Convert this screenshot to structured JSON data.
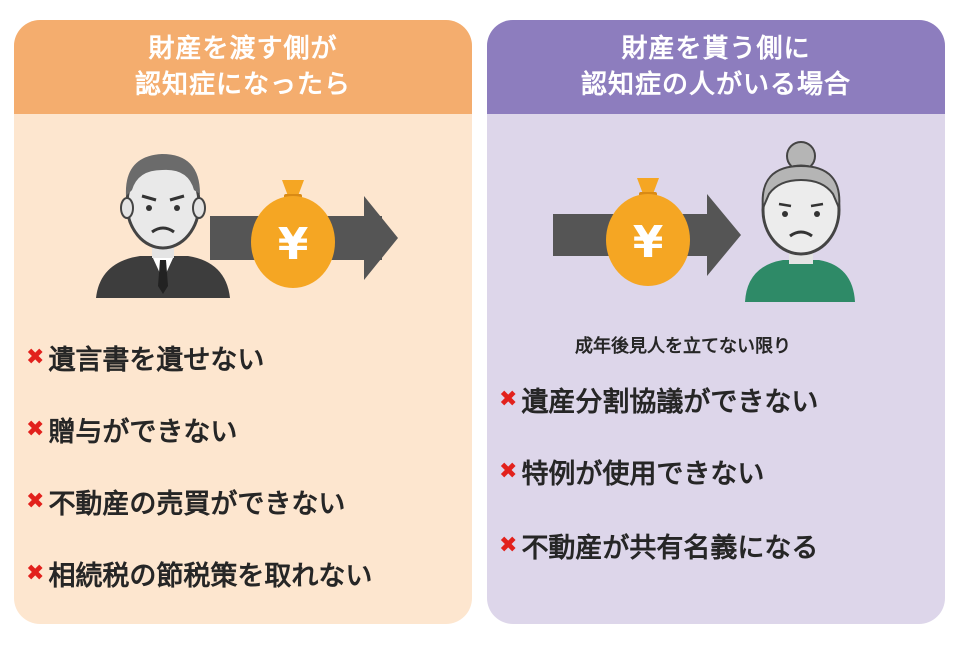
{
  "left_panel": {
    "title_line1": "財産を渡す側が",
    "title_line2": "認知症になったら",
    "items": [
      {
        "mark": "✖",
        "text": "遺言書を遺せない"
      },
      {
        "mark": "✖",
        "text": "贈与ができない"
      },
      {
        "mark": "✖",
        "text": "不動産の売買ができない"
      },
      {
        "mark": "✖",
        "text": "相続税の節税策を取れない"
      }
    ]
  },
  "right_panel": {
    "title_line1": "財産を貰う側に",
    "title_line2": "認知症の人がいる場合",
    "note": "成年後見人を立てない限り",
    "items": [
      {
        "mark": "✖",
        "text": "遺産分割協議ができない"
      },
      {
        "mark": "✖",
        "text": "特例が使用できない"
      },
      {
        "mark": "✖",
        "text": "不動産が共有名義になる"
      }
    ]
  },
  "money_bag_symbol": "¥",
  "icons": [
    "old-man-icon",
    "old-woman-icon",
    "money-bag-icon",
    "arrow-right-icon",
    "cross-mark-icon"
  ],
  "colors": {
    "left_header": "#f4ad6e",
    "left_body": "#fde6cf",
    "right_header": "#8d7dbe",
    "right_body": "#ddd6ea",
    "cross": "#e2211c",
    "money_bag": "#f5a623",
    "arrow": "#555555"
  }
}
